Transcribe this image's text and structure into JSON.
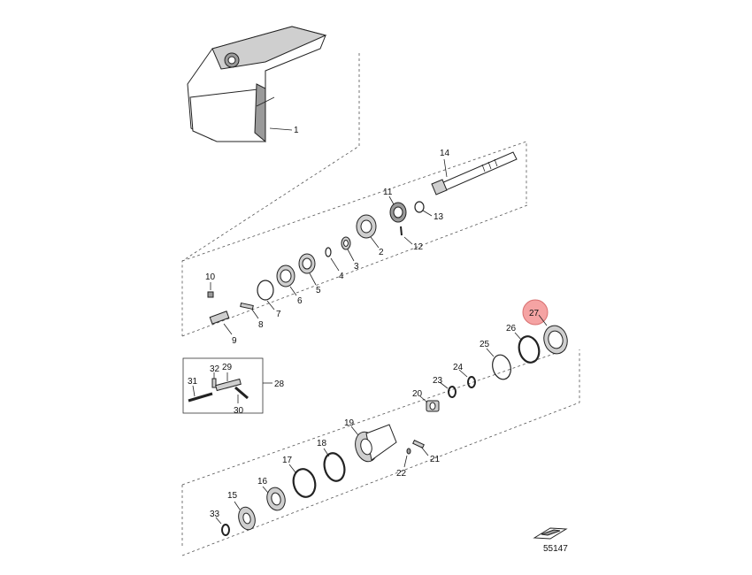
{
  "diagram_id": "55147",
  "highlight_color": "#f5a3a3",
  "labels": {
    "p1": "1",
    "p2": "2",
    "p3": "3",
    "p4": "4",
    "p5": "5",
    "p6": "6",
    "p7": "7",
    "p8": "8",
    "p9": "9",
    "p10": "10",
    "p11": "11",
    "p12": "12",
    "p13": "13",
    "p14": "14",
    "p15": "15",
    "p16": "16",
    "p17": "17",
    "p18": "18",
    "p19": "19",
    "p20": "20",
    "p21": "21",
    "p22": "22",
    "p23": "23",
    "p24": "24",
    "p25": "25",
    "p26": "26",
    "p27": "27",
    "p28": "28",
    "p29": "29",
    "p30": "30",
    "p31": "31",
    "p32": "32",
    "p33": "33"
  },
  "highlighted_part": "27"
}
